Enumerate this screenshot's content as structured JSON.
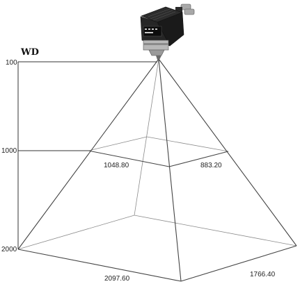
{
  "axis_title": "WD",
  "wd_ticks": [
    "100",
    "1000",
    "2000"
  ],
  "mid_width": "1048.80",
  "mid_depth": "883.20",
  "base_width": "2097.60",
  "base_depth": "1766.40",
  "colors": {
    "line": "#444444",
    "camera_body": "#1e1e1e",
    "camera_dark": "#0d0d0d",
    "camera_metal": "#b8b8b8"
  }
}
